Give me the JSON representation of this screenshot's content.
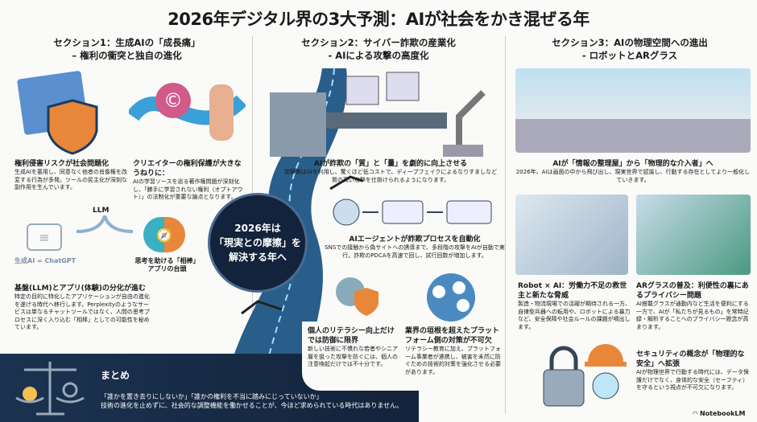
{
  "title": "2026年デジタル界の3大予測：AIが社会をかき混ぜる年",
  "sections": [
    {
      "heading": "セクション1：生成AIの「成長痛」",
      "subheading": "– 権利の衝突と独自の進化",
      "items": [
        {
          "title": "権利侵害リスクが社会問題化",
          "body": "生成AIを悪用し、同意なく他者の肖像権を改変する行為が多発。ツールの民主化が深刻な副作用を生んでいます。"
        },
        {
          "title": "クリエイターの権利保護が大きなうねりに：",
          "body": "AIの学習ソースを巡る著作権問題が深刻化し、「勝手に学習されない権利（オプトアウト）」の法制化が重要な論点となります。"
        },
        {
          "title": "基盤(LLM)とアプリ(体験)の分化が進む",
          "body": "特定の目的に特化したアプリケーションが自由の進化を遂げる時代へ移行します。Perplexityのようなサービスは単なるチャットツールではなく、人間の思考プロセスに深く入り込む「相棒」としての可能性を秘めています。"
        }
      ],
      "diagram": {
        "top": "LLM",
        "left": "生成AI = ChatGPT",
        "right": "思考を助ける「相棒」アプリの台頭"
      }
    },
    {
      "heading": "セクション2：サイバー詐欺の産業化",
      "subheading": "- AIによる攻撃の高度化",
      "items": [
        {
          "title": "AIが詐欺の「質」と「量」を劇的に向上させる",
          "body": "攻撃側はAIを利用し、驚くほど低コストで、ディープフェイクによるなりすましなど質の高い攻撃を仕掛けられるようになります。"
        },
        {
          "title": "AIエージェントが詐欺プロセスを自動化",
          "body": "SNSでの接触から偽サイトへの誘導まで、多段階の攻撃をAIが自動で実行。詐欺のPDCAを高速で回し、試行回数が増加します。"
        },
        {
          "title": "個人のリテラシー向上だけでは防御に限界",
          "body": "新しい技術に不慣れな若者やシニア層を狙った攻撃を防ぐには、個人の注意喚起だけでは不十分です。"
        },
        {
          "title": "業界の垣根を超えたプラットフォーム側の対策が不可欠",
          "body": "リテラシー教育に加え、プラットフォーム事業者が連携し、被害を未然に防ぐための技術的対策を強化させる必要があります。"
        }
      ]
    },
    {
      "heading": "セクション3：AIの物理空間への進出",
      "subheading": "- ロボットとARグラス",
      "items": [
        {
          "title": "AIが「情報の整理屋」から「物理的な介入者」へ",
          "body": "2026年、AIは画面の中から飛び出し、現実世界で認識し、行動する存在としてより一般化していきます。"
        },
        {
          "title": "Robot × AI：労働力不足の救世主と新たな脅威",
          "body": "製造・物流現場での活躍が期待される一方、自律型兵器への転用や、ロボットによる暴力など、安全保障や社会ルールの課題が噴出します。"
        },
        {
          "title": "ARグラスの普及：利便性の裏にあるプライバシー問題",
          "body": "AI搭載グラスが通勤内など生活を便利にする一方で、AIが「私たちが見るもの」を常時記録・解析することへのプライバシー懸念が高まります。"
        },
        {
          "title": "セキュリティの概念が「物理的な安全」へ拡張",
          "body": "AIが物理世界で行動する時代には、データ保護だけでなく、身体的な安全（セーフティ）を守るという視点が不可欠になります。"
        }
      ]
    }
  ],
  "center": {
    "line1": "2026年は",
    "line2": "「現実との摩擦」を",
    "line3": "解決する年へ"
  },
  "summary": {
    "title": "まとめ",
    "line1": "「誰かを置き去りにしないか」「誰かの権利を不当に踏みにじっていないか」",
    "line2": "技術の進化を止めずに、社会的な調整機能を働かせることが、今ほど求められている時代はありません。"
  },
  "brand": "NotebookLM",
  "colors": {
    "navy": "#13233b",
    "accent": "#3aa0d8",
    "orange": "#e8863a"
  }
}
